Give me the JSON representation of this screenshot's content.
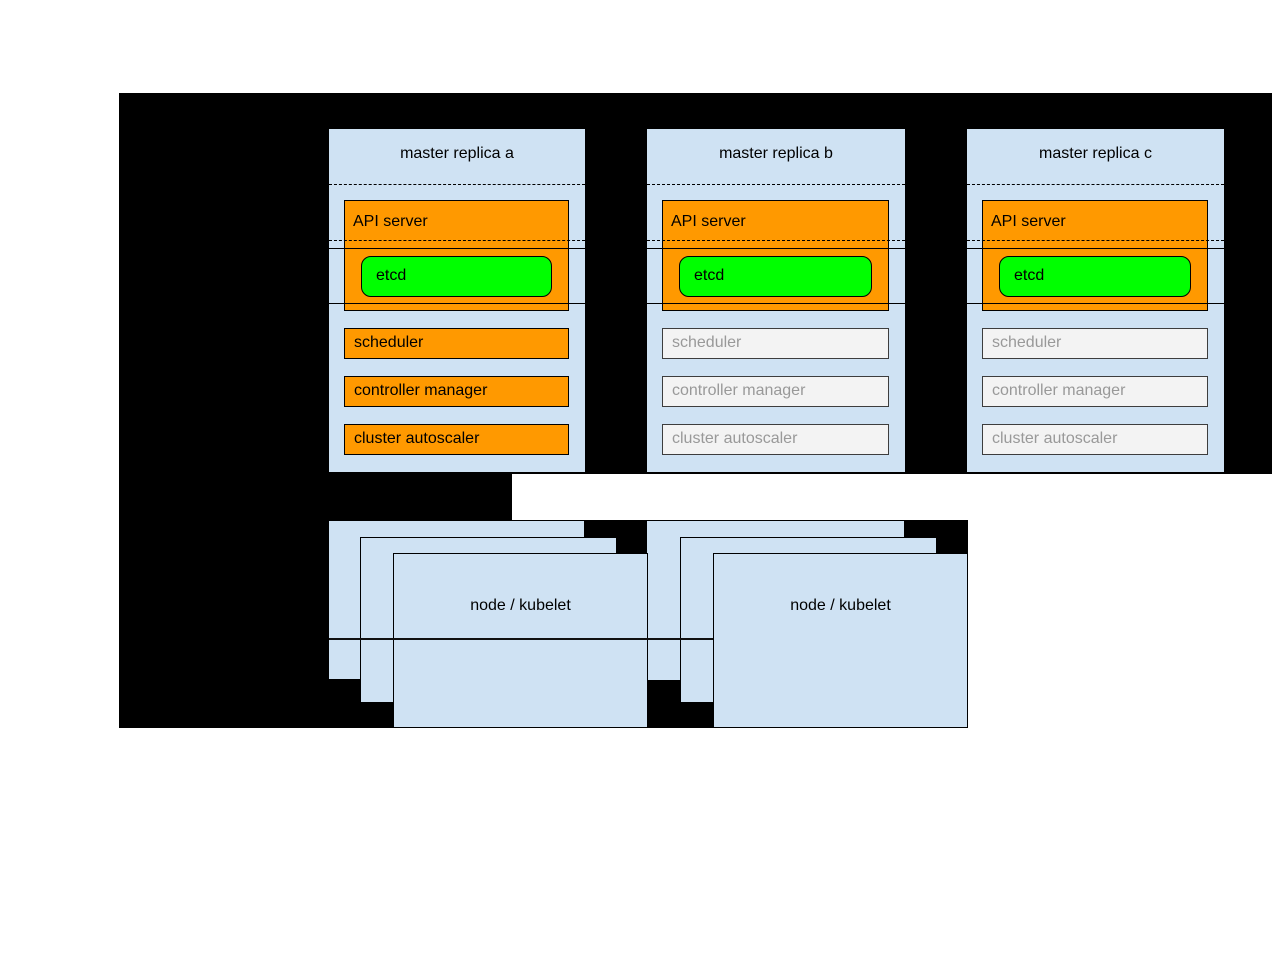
{
  "masters": [
    {
      "title": "master replica a",
      "state": "active"
    },
    {
      "title": "master replica b",
      "state": "standby"
    },
    {
      "title": "master replica c",
      "state": "standby"
    }
  ],
  "labels": {
    "api_server": "API server",
    "etcd": "etcd",
    "scheduler": "scheduler",
    "controller_manager": "controller manager",
    "cluster_autoscaler": "cluster autoscaler"
  },
  "nodes": [
    {
      "label": "node / kubelet"
    },
    {
      "label": "node / kubelet"
    }
  ],
  "colors": {
    "background": "#000000",
    "panel_fill": "#cfe2f3",
    "active_fill": "#ff9900",
    "etcd_fill": "#00ff00",
    "inactive_fill": "#f3f3f3",
    "inactive_text": "#999999"
  }
}
